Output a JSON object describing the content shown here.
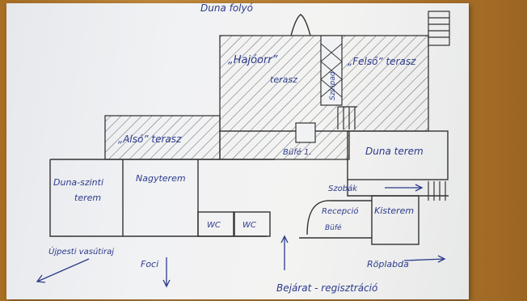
{
  "labels": {
    "river": "Duna folyó",
    "hajoorr_terrace_1": "„Hajóorr”",
    "hajoorr_terrace_2": "terasz",
    "felso_terrace": "„Felső” terasz",
    "szinpad": "Színpad",
    "also_terrace": "„Alsó” terasz",
    "bufe1": "Büfé 1.",
    "duna_terem": "Duna terem",
    "duna_szinti_1": "Duna-szinti",
    "duna_szinti_2": "terem",
    "nagyterem": "Nagyterem",
    "wc1": "WC",
    "wc2": "WC",
    "szobak": "Szobák",
    "recepcio_1": "Recepció",
    "recepcio_2": "Büfé",
    "kisterem": "Kisterem",
    "ujpesti": "Újpesti vasútiraj",
    "foci": "Foci",
    "bejarat": "Bejárat - regisztráció",
    "roplabda": "Röplabda"
  },
  "colors": {
    "ink": "#2d3a8c",
    "pencil": "#3a3a3a"
  }
}
